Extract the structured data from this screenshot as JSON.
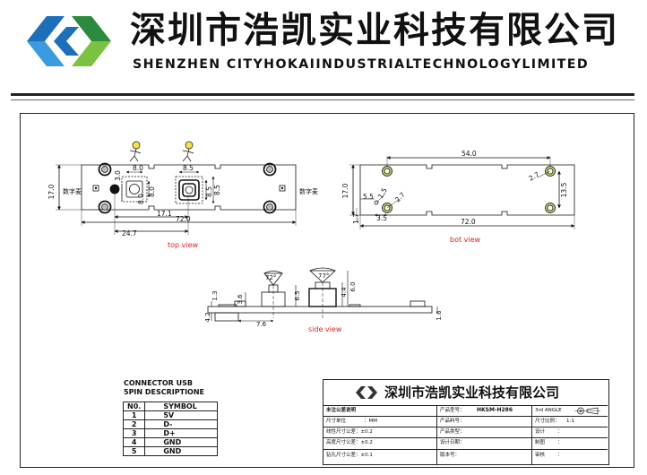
{
  "header": {
    "company_cn": "深圳市浩凯实业科技有限公司",
    "company_en": "SHENZHEN CITYHOKAIINDUSTRIALTECHNOLOGYLIMITED",
    "logo_colors": [
      "#1c6fb8",
      "#3a9be0",
      "#2c8a3e",
      "#7cc242"
    ]
  },
  "drawing": {
    "top_view": {
      "caption": "top view",
      "mic_label_left": "数字麦",
      "mic_label_right": "数字麦",
      "dims": {
        "height": "17.0",
        "d_3_0": "3.0",
        "d_8_0_a": "8.0",
        "d_8_0_b": "8.0",
        "d_8_0_c": "8.0",
        "d_8_5_a": "8.5",
        "d_8_5_b": "8.5",
        "d_8_5_c": "8.5",
        "d_17_1": "17.1",
        "d_72_0": "72.0",
        "d_24_7": "24.7"
      }
    },
    "bot_view": {
      "caption": "bot view",
      "dims": {
        "d_54_0": "54.0",
        "d_17_0": "17.0",
        "d_5_5": "5.5",
        "d_1_5": "1.5",
        "d_2_7_a": "2.7",
        "d_2_7_b": "2.7",
        "d_13_5": "13.5",
        "d_3_5": "3.5",
        "d_72_0": "72.0",
        "d_1_7": "1.7"
      }
    },
    "side_view": {
      "caption": "side view",
      "dims": {
        "a72": "72°",
        "a77": "77°",
        "d_1_3": "1.3",
        "d_3_6": "3.6",
        "d_4_4": "4.4",
        "d_6_0": "6.0",
        "d_6_5": "6.5",
        "d_4_2": "4.2",
        "d_7_6": "7.6",
        "d_1_6": "1.6"
      }
    },
    "caption_color": "#e31b1b"
  },
  "pin_table": {
    "title_line1": "CONNECTOR USB",
    "title_line2": "5PIN DESCRIPTIONE",
    "headers": [
      "N0.",
      "SYMBOL"
    ],
    "rows": [
      [
        "1",
        "5V"
      ],
      [
        "2",
        "D-"
      ],
      [
        "3",
        "D+"
      ],
      [
        "4",
        "GND"
      ],
      [
        "5",
        "GND"
      ]
    ]
  },
  "title_block": {
    "company": "深圳市浩凯实业科技有限公司",
    "r1c1": "未注公差说明",
    "r1c2": "产品型号：",
    "r1c3": "HKSM-H286",
    "r1c4": "3rd ANGLE",
    "r2c1": "尺寸单位",
    "r2c1v": "：MM",
    "r2c2": "产品料号：",
    "r2c4": "尺寸比例：",
    "r2c4v": "1:1",
    "r3c1": "线性尺寸公差：±0.2",
    "r3c2": "产品类型：",
    "r3c4": "设计",
    "r3c4v": "：",
    "r4c1": "高度尺寸公差：±0.2",
    "r4c2": "设计日期：",
    "r4c4": "制图",
    "r4c4v": "：",
    "r5c1": "钻孔尺寸公差：±0.1",
    "r5c2": "版本号：",
    "r5c4": "审核",
    "r5c4v": "："
  }
}
